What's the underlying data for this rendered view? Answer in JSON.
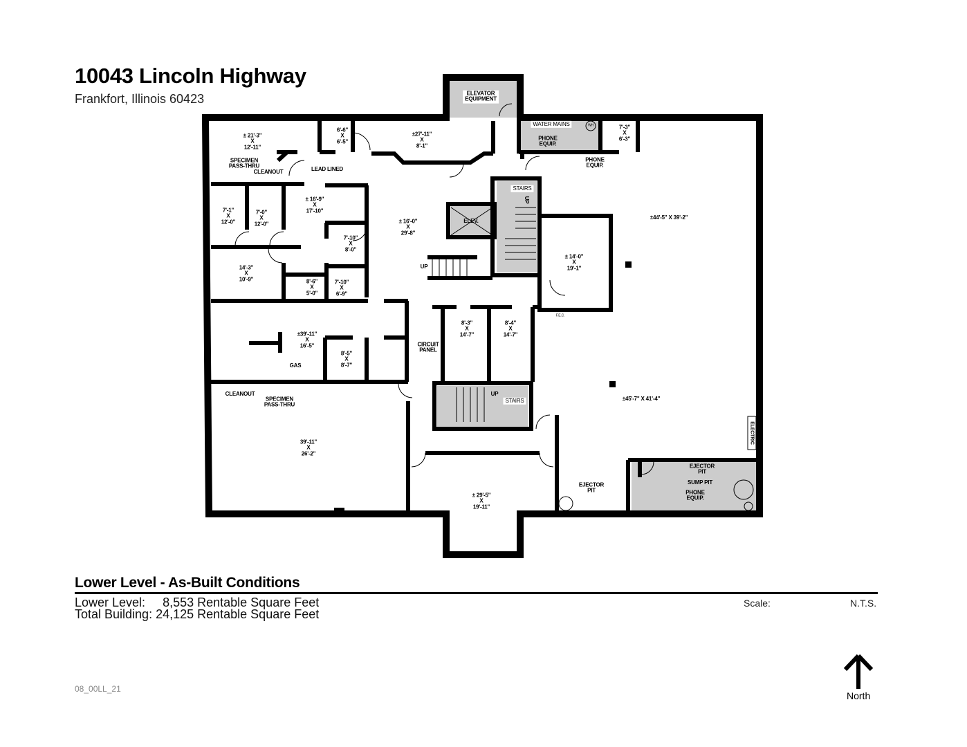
{
  "header": {
    "title": "10043 Lincoln Highway",
    "subtitle": "Frankfort, Illinois 60423"
  },
  "plan": {
    "wall_color": "#000000",
    "utility_fill": "#cccccc",
    "labels": {
      "r1": "± 21'-3\"\nX\n12'-11\"",
      "r2": "6'-6\"\nX\n6'-5\"",
      "r3": "±27'-11\"\nX\n8'-1\"",
      "specimen1": "SPECIMEN\nPASS-THRU",
      "cleanout1": "CLEANOUT",
      "lead": "LEAD LINED",
      "r4": "± 16'-9\"\nX\n17'-10\"",
      "r5": "7'-1\"\nX\n12'-0\"",
      "r6": "7'-0\"\nX\n12'-0\"",
      "r7": "± 16'-0\"\nX\n29'-8\"",
      "r8": "7'-10\"\nX\n8'-0\"",
      "r9": "14'-3\"\nX\n10'-9\"",
      "r10": "8'-6\"\nX\n5'-0\"",
      "r11": "7'-10\"\nX\n6'-9\"",
      "up1": "UP",
      "elev": "ELEV.",
      "stairs1": "STAIRS",
      "up2": "UP",
      "elev_equip": "ELEVATOR\nEQUIPMENT",
      "water": "WATER MAINS",
      "wh": "WH",
      "phone1": "PHONE\nEQUIP.",
      "r12": "7'-3\"\nX\n6'-3\"",
      "phone2": "PHONE\nEQUIP.",
      "r13": "±44'-5\" X 39'-2\"",
      "r14": "± 14'-0\"\nX\n19'-1\"",
      "fec": "F.E.C.",
      "r15": "±39'-11\"\nX\n16'-5\"",
      "r16": "8'-5\"\nX\n8'-7\"",
      "gas": "GAS",
      "cleanout2": "CLEANOUT",
      "specimen2": "SPECIMEN\nPASS-THRU",
      "circuit": "CIRCUIT\nPANEL",
      "r17": "8'-3\"\nX\n14'-7\"",
      "r18": "8'-4\"\nX\n14'-7\"",
      "up3": "UP",
      "stairs2": "STAIRS",
      "r19": "±45'-7\" X 41'-4\"",
      "electric": "ELECTRIC",
      "r20": "39'-11\"\nX\n26'-2\"",
      "r21": "± 29'-5\"\nX\n19'-11\"",
      "ejector1": "EJECTOR\nPIT",
      "ejector2": "EJECTOR\nPIT",
      "sump": "SUMP PIT",
      "phone3": "PHONE\nEQUIP."
    }
  },
  "footer": {
    "title": "Lower Level - As-Built Conditions",
    "lower_level": "Lower Level:     8,553 Rentable Square Feet",
    "total_building": "Total Building: 24,125 Rentable Square Feet",
    "scale_label": "Scale:",
    "scale_value": "N.T.S.",
    "doc_id": "08_00LL_21",
    "north": "North"
  }
}
